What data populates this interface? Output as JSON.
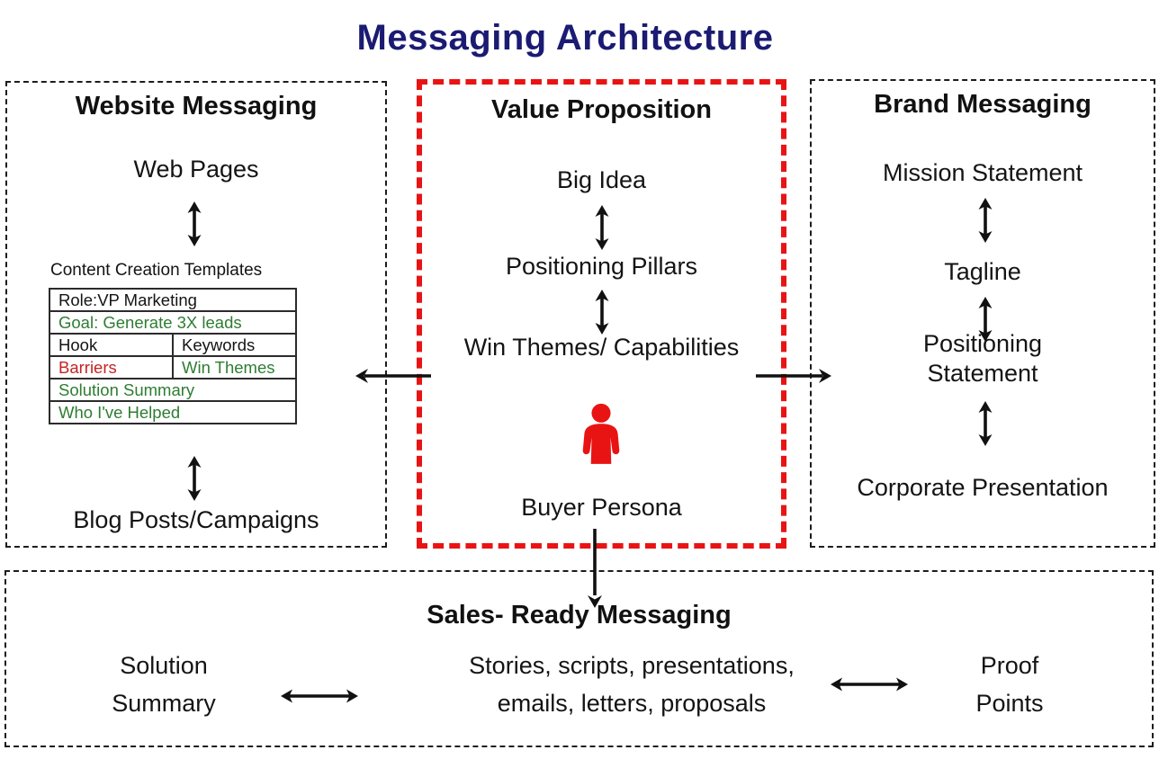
{
  "title": "Messaging Architecture",
  "colors": {
    "title_navy": "#1b1b73",
    "value_prop_red": "#e81414",
    "table_green": "#2e7d32",
    "table_red": "#c42424",
    "line_black": "#111111"
  },
  "website": {
    "title": "Website Messaging",
    "web_pages": "Web Pages",
    "templates_label": "Content Creation Templates",
    "table": {
      "role": "Role:VP Marketing",
      "goal": "Goal: Generate 3X leads",
      "hook": "Hook",
      "keywords": "Keywords",
      "barriers": "Barriers",
      "win_themes": "Win Themes",
      "solution_summary": "Solution Summary",
      "who_ive_helped": "Who I've Helped"
    },
    "blog_posts": "Blog Posts/Campaigns"
  },
  "value_proposition": {
    "title": "Value Proposition",
    "big_idea": "Big Idea",
    "positioning_pillars": "Positioning Pillars",
    "win_themes_capabilities": "Win Themes/ Capabilities",
    "buyer_persona": "Buyer Persona"
  },
  "brand": {
    "title": "Brand Messaging",
    "mission_statement": "Mission Statement",
    "tagline": "Tagline",
    "positioning_statement": "Positioning\nStatement",
    "corporate_presentation": "Corporate Presentation"
  },
  "sales": {
    "title": "Sales- Ready Messaging",
    "solution_summary": "Solution\nSummary",
    "deliverables": "Stories, scripts, presentations,\nemails, letters, proposals",
    "proof_points": "Proof\nPoints"
  }
}
